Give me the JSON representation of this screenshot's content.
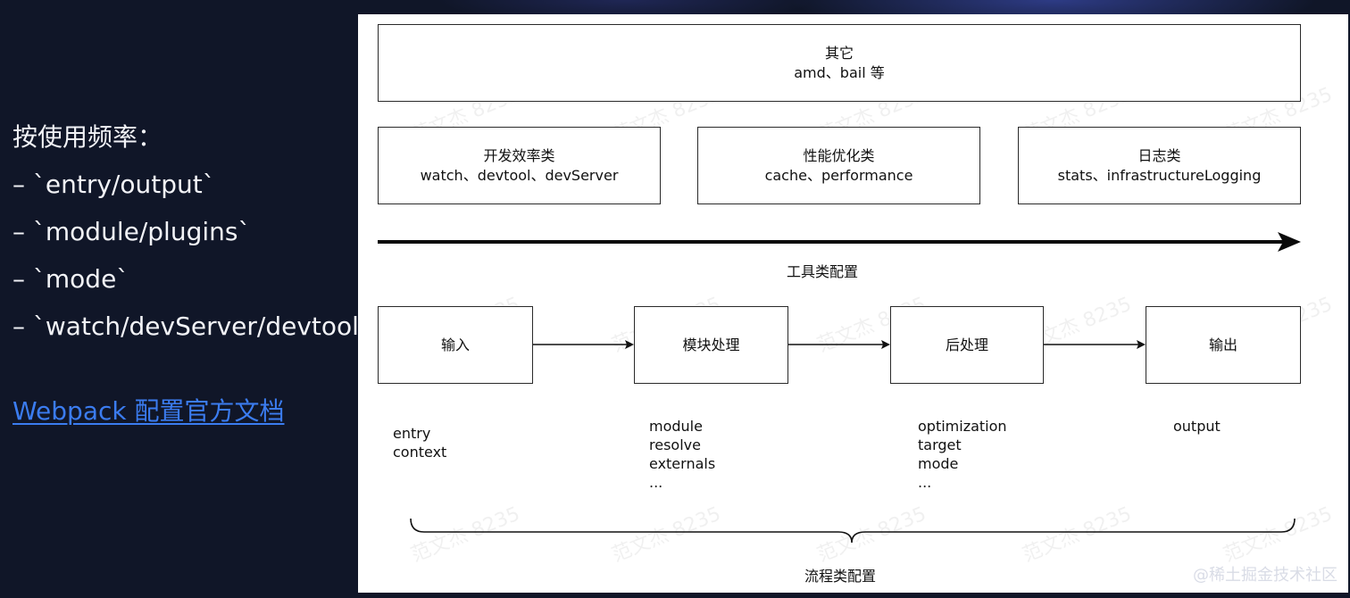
{
  "sidebar": {
    "title": "按使用频率：",
    "items": [
      "– `entry/output`",
      "– `module/plugins`",
      "– `mode`",
      "– `watch/devServer/devtool`"
    ],
    "link_label": "Webpack 配置官方文档"
  },
  "diagram": {
    "other": {
      "title": "其它",
      "subtitle": "amd、bail 等"
    },
    "tool_categories": [
      {
        "title": "开发效率类",
        "subtitle": "watch、devtool、devServer"
      },
      {
        "title": "性能优化类",
        "subtitle": "cache、performance"
      },
      {
        "title": "日志类",
        "subtitle": "stats、infrastructureLogging"
      }
    ],
    "tool_label": "工具类配置",
    "flow_steps": [
      {
        "title": "输入",
        "params": [
          "entry",
          "context"
        ]
      },
      {
        "title": "模块处理",
        "params": [
          "module",
          "resolve",
          "externals",
          "..."
        ]
      },
      {
        "title": "后处理",
        "params": [
          "optimization",
          "target",
          "mode",
          "..."
        ]
      },
      {
        "title": "输出",
        "params": [
          "output"
        ]
      }
    ],
    "flow_label": "流程类配置",
    "watermark_text": "范文杰 8235"
  },
  "corner_watermark": "@稀土掘金技术社区"
}
